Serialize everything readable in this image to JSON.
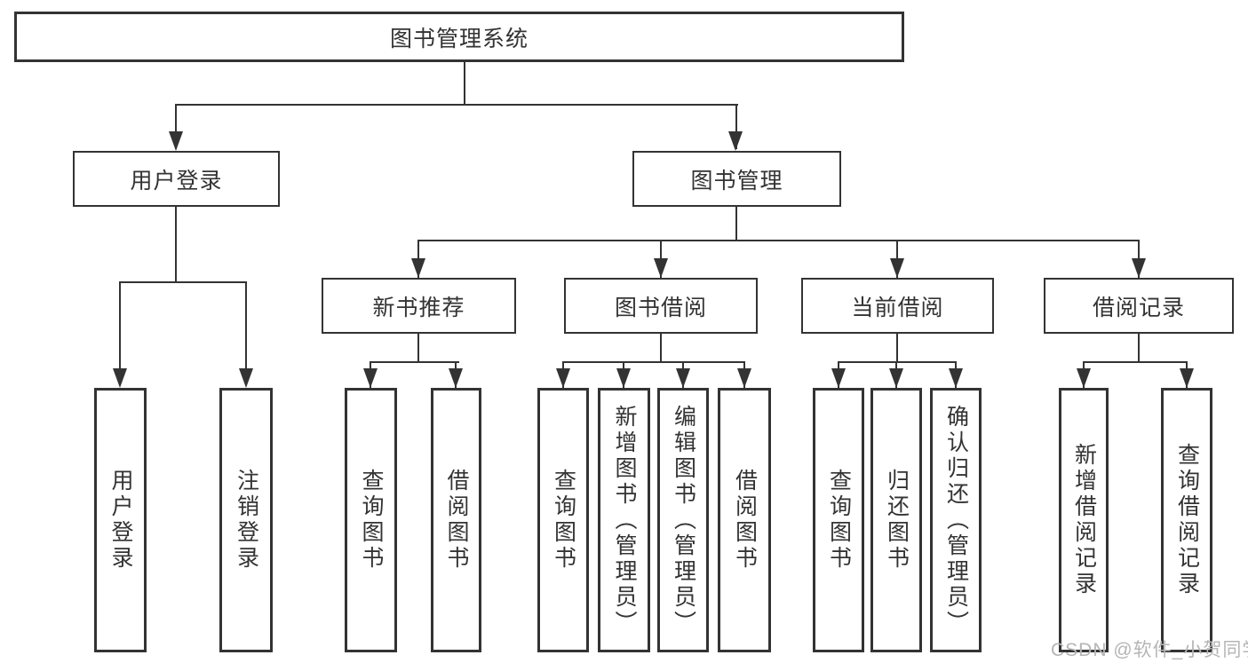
{
  "colors": {
    "line": "#333333",
    "text": "#333333",
    "background": "#ffffff",
    "watermark": "#b5b5b5"
  },
  "nodes": {
    "root": {
      "label": "图书管理系统"
    },
    "user_login": {
      "label": "用户登录"
    },
    "book_mgmt": {
      "label": "图书管理"
    },
    "new_book_rec": {
      "label": "新书推荐"
    },
    "book_borrow": {
      "label": "图书借阅"
    },
    "current_borrow": {
      "label": "当前借阅"
    },
    "borrow_record": {
      "label": "借阅记录"
    },
    "leaf_user_login": {
      "label": "用户登录"
    },
    "leaf_logout": {
      "label": "注销登录"
    },
    "leaf_query_book_1": {
      "label": "查询图书"
    },
    "leaf_borrow_book_1": {
      "label": "借阅图书"
    },
    "leaf_query_book_2": {
      "label": "查询图书"
    },
    "leaf_add_book": {
      "label": "新增图书（管理员）"
    },
    "leaf_edit_book": {
      "label": "编辑图书（管理员）"
    },
    "leaf_borrow_book_2": {
      "label": "借阅图书"
    },
    "leaf_query_book_3": {
      "label": "查询图书"
    },
    "leaf_return_book": {
      "label": "归还图书"
    },
    "leaf_confirm_return": {
      "label": "确认归还（管理员）"
    },
    "leaf_add_borrow_record": {
      "label": "新增借阅记录"
    },
    "leaf_query_borrow_record": {
      "label": "查询借阅记录"
    }
  },
  "watermark": {
    "text": "CSDN @软件_小贺同学"
  }
}
